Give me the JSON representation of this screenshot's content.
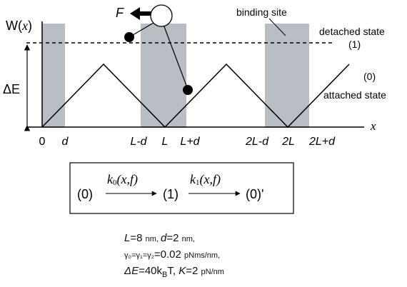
{
  "figure": {
    "ylabel_W": "W(",
    "ylabel_x": "x",
    "ylabel_close": ")",
    "xlabel": "x",
    "delta_e": "ΔE",
    "force": "F",
    "binding_site": "binding site",
    "detached_state": "detached state",
    "attached_state": "attached state",
    "state1": "(1)",
    "state0": "(0)",
    "ticks": [
      "0",
      "d",
      "L-d",
      "L",
      "L+d",
      "2L-d",
      "2L",
      "2L+d"
    ]
  },
  "scheme": {
    "left_state": "(0)",
    "mid_state": "(1)",
    "right_state": "(0)'",
    "k0": "k",
    "k0_sub": "0",
    "k0_args": "(x,f)",
    "k1": "k",
    "k1_sub": "1",
    "k1_args": "(x,f)"
  },
  "params": {
    "L": "L",
    "L_val": "=8 ",
    "L_unit": "nm, ",
    "d": "d",
    "d_val": "=2 ",
    "d_unit": "nm,",
    "gamma_syms": "γ₀=γ₁=γ₂",
    "gamma_val": "=0.02 ",
    "gamma_unit": "pNms/nm,",
    "dE": "ΔE",
    "dE_val": "=40k",
    "dE_sub": "B",
    "dE_T": "T, ",
    "K": "K",
    "K_val": "=2 ",
    "K_unit": "pN/nm"
  }
}
